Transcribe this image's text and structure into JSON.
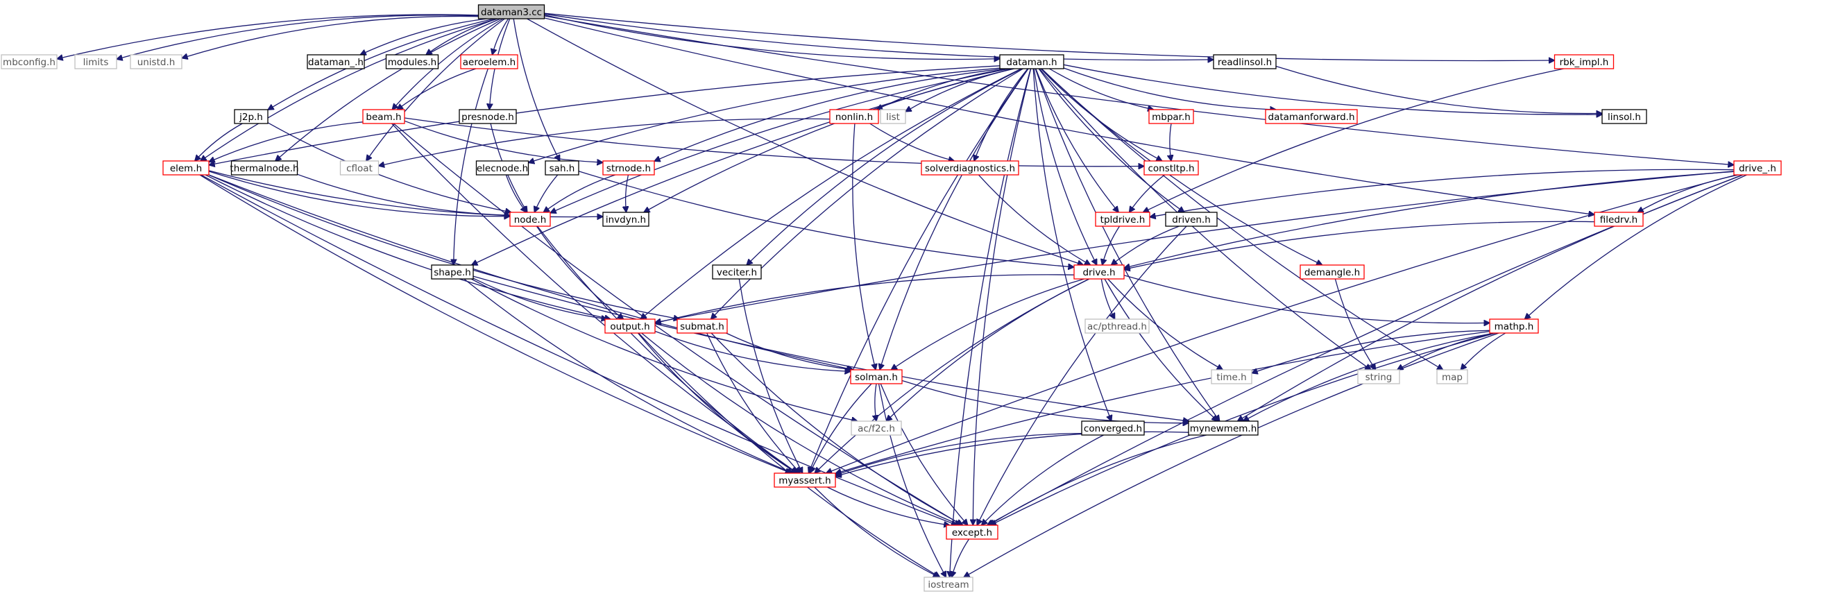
{
  "graph": {
    "root": "dataman3.cc",
    "colors": {
      "edge": "#191970",
      "link_border": "#ff0000",
      "document_border": "#000000",
      "external_border": "#bfbfbf",
      "root_fill": "#bfbfbf"
    },
    "nodes": [
      {
        "id": "dataman3_cc",
        "label": "dataman3.cc",
        "kind": "root"
      },
      {
        "id": "mbconfig_h",
        "label": "mbconfig.h",
        "kind": "sys"
      },
      {
        "id": "limits",
        "label": "limits",
        "kind": "sys"
      },
      {
        "id": "unistd_h",
        "label": "unistd.h",
        "kind": "sys"
      },
      {
        "id": "j2p_h",
        "label": "j2p.h",
        "kind": "doc"
      },
      {
        "id": "dataman__h",
        "label": "dataman_.h",
        "kind": "doc"
      },
      {
        "id": "modules_h",
        "label": "modules.h",
        "kind": "doc"
      },
      {
        "id": "aeroelem_h",
        "label": "aeroelem.h",
        "kind": "link"
      },
      {
        "id": "dataman_h",
        "label": "dataman.h",
        "kind": "doc"
      },
      {
        "id": "readlinsol_h",
        "label": "readlinsol.h",
        "kind": "doc"
      },
      {
        "id": "rbk_impl_h",
        "label": "rbk_impl.h",
        "kind": "link"
      },
      {
        "id": "beam_h",
        "label": "beam.h",
        "kind": "link"
      },
      {
        "id": "presnode_h",
        "label": "presnode.h",
        "kind": "doc"
      },
      {
        "id": "nonlin_h",
        "label": "nonlin.h",
        "kind": "link"
      },
      {
        "id": "list",
        "label": "list",
        "kind": "sys"
      },
      {
        "id": "mbpar_h",
        "label": "mbpar.h",
        "kind": "link"
      },
      {
        "id": "datamanforward_h",
        "label": "datamanforward.h",
        "kind": "link"
      },
      {
        "id": "linsol_h",
        "label": "linsol.h",
        "kind": "doc"
      },
      {
        "id": "cfloat",
        "label": "cfloat",
        "kind": "sys"
      },
      {
        "id": "elem_h",
        "label": "elem.h",
        "kind": "link"
      },
      {
        "id": "thermalnode_h",
        "label": "thermalnode.h",
        "kind": "doc"
      },
      {
        "id": "elecnode_h",
        "label": "elecnode.h",
        "kind": "doc"
      },
      {
        "id": "sah_h",
        "label": "sah.h",
        "kind": "doc"
      },
      {
        "id": "strnode_h",
        "label": "strnode.h",
        "kind": "link"
      },
      {
        "id": "solverdiagnostics_h",
        "label": "solverdiagnostics.h",
        "kind": "link"
      },
      {
        "id": "constltp_h",
        "label": "constltp.h",
        "kind": "link"
      },
      {
        "id": "drive__h",
        "label": "drive_.h",
        "kind": "link"
      },
      {
        "id": "node_h",
        "label": "node.h",
        "kind": "link"
      },
      {
        "id": "invdyn_h",
        "label": "invdyn.h",
        "kind": "doc"
      },
      {
        "id": "tpldrive_h",
        "label": "tpldrive.h",
        "kind": "link"
      },
      {
        "id": "driven_h",
        "label": "driven.h",
        "kind": "doc"
      },
      {
        "id": "filedrv_h",
        "label": "filedrv.h",
        "kind": "link"
      },
      {
        "id": "shape_h",
        "label": "shape.h",
        "kind": "doc"
      },
      {
        "id": "veciter_h",
        "label": "veciter.h",
        "kind": "doc"
      },
      {
        "id": "drive_h",
        "label": "drive.h",
        "kind": "link"
      },
      {
        "id": "demangle_h",
        "label": "demangle.h",
        "kind": "link"
      },
      {
        "id": "output_h",
        "label": "output.h",
        "kind": "link"
      },
      {
        "id": "submat_h",
        "label": "submat.h",
        "kind": "link"
      },
      {
        "id": "ac_pthread_h",
        "label": "ac/pthread.h",
        "kind": "sys"
      },
      {
        "id": "mathp_h",
        "label": "mathp.h",
        "kind": "link"
      },
      {
        "id": "solman_h",
        "label": "solman.h",
        "kind": "link"
      },
      {
        "id": "time_h",
        "label": "time.h",
        "kind": "sys"
      },
      {
        "id": "string",
        "label": "string",
        "kind": "sys"
      },
      {
        "id": "map",
        "label": "map",
        "kind": "sys"
      },
      {
        "id": "ac_f2c_h",
        "label": "ac/f2c.h",
        "kind": "sys"
      },
      {
        "id": "converged_h",
        "label": "converged.h",
        "kind": "doc"
      },
      {
        "id": "mynewmem_h",
        "label": "mynewmem.h",
        "kind": "doc"
      },
      {
        "id": "myassert_h",
        "label": "myassert.h",
        "kind": "link"
      },
      {
        "id": "except_h",
        "label": "except.h",
        "kind": "link"
      },
      {
        "id": "iostream",
        "label": "iostream",
        "kind": "sys"
      }
    ],
    "edges": [
      [
        "dataman3_cc",
        "mbconfig_h"
      ],
      [
        "dataman3_cc",
        "limits"
      ],
      [
        "dataman3_cc",
        "unistd_h"
      ],
      [
        "dataman3_cc",
        "j2p_h"
      ],
      [
        "dataman3_cc",
        "dataman__h"
      ],
      [
        "dataman3_cc",
        "modules_h"
      ],
      [
        "dataman3_cc",
        "aeroelem_h"
      ],
      [
        "dataman3_cc",
        "dataman_h"
      ],
      [
        "dataman3_cc",
        "readlinsol_h"
      ],
      [
        "dataman3_cc",
        "rbk_impl_h"
      ],
      [
        "dataman3_cc",
        "beam_h"
      ],
      [
        "dataman3_cc",
        "presnode_h"
      ],
      [
        "dataman3_cc",
        "thermalnode_h"
      ],
      [
        "dataman3_cc",
        "sah_h"
      ],
      [
        "dataman3_cc",
        "cfloat"
      ],
      [
        "dataman3_cc",
        "drive__h"
      ],
      [
        "dataman3_cc",
        "drive_h"
      ],
      [
        "dataman3_cc",
        "filedrv_h"
      ],
      [
        "dataman3_cc",
        "elem_h"
      ],
      [
        "aeroelem_h",
        "beam_h"
      ],
      [
        "aeroelem_h",
        "shape_h"
      ],
      [
        "readlinsol_h",
        "linsol_h"
      ],
      [
        "rbk_impl_h",
        "tpldrive_h"
      ],
      [
        "j2p_h",
        "elem_h"
      ],
      [
        "j2p_h",
        "node_h"
      ],
      [
        "beam_h",
        "elem_h"
      ],
      [
        "beam_h",
        "strnode_h"
      ],
      [
        "beam_h",
        "constltp_h"
      ],
      [
        "beam_h",
        "myassert_h"
      ],
      [
        "beam_h",
        "except_h"
      ],
      [
        "presnode_h",
        "node_h"
      ],
      [
        "thermalnode_h",
        "node_h"
      ],
      [
        "dataman_h",
        "linsol_h"
      ],
      [
        "dataman_h",
        "nonlin_h"
      ],
      [
        "dataman_h",
        "list"
      ],
      [
        "dataman_h",
        "mbpar_h"
      ],
      [
        "dataman_h",
        "datamanforward_h"
      ],
      [
        "dataman_h",
        "elecnode_h"
      ],
      [
        "dataman_h",
        "strnode_h"
      ],
      [
        "dataman_h",
        "solverdiagnostics_h"
      ],
      [
        "dataman_h",
        "constltp_h"
      ],
      [
        "dataman_h",
        "node_h"
      ],
      [
        "dataman_h",
        "invdyn_h"
      ],
      [
        "dataman_h",
        "tpldrive_h"
      ],
      [
        "dataman_h",
        "driven_h"
      ],
      [
        "dataman_h",
        "shape_h"
      ],
      [
        "dataman_h",
        "veciter_h"
      ],
      [
        "dataman_h",
        "drive_h"
      ],
      [
        "dataman_h",
        "demangle_h"
      ],
      [
        "dataman_h",
        "output_h"
      ],
      [
        "dataman_h",
        "submat_h"
      ],
      [
        "dataman_h",
        "solman_h"
      ],
      [
        "dataman_h",
        "string"
      ],
      [
        "dataman_h",
        "map"
      ],
      [
        "dataman_h",
        "converged_h"
      ],
      [
        "dataman_h",
        "mynewmem_h"
      ],
      [
        "dataman_h",
        "myassert_h"
      ],
      [
        "dataman_h",
        "except_h"
      ],
      [
        "dataman_h",
        "iostream"
      ],
      [
        "dataman_h",
        "elem_h"
      ],
      [
        "nonlin_h",
        "cfloat"
      ],
      [
        "nonlin_h",
        "solverdiagnostics_h"
      ],
      [
        "nonlin_h",
        "solman_h"
      ],
      [
        "mbpar_h",
        "constltp_h"
      ],
      [
        "constltp_h",
        "tpldrive_h"
      ],
      [
        "tpldrive_h",
        "drive_h"
      ],
      [
        "elem_h",
        "node_h"
      ],
      [
        "elem_h",
        "invdyn_h"
      ],
      [
        "elem_h",
        "output_h"
      ],
      [
        "elem_h",
        "submat_h"
      ],
      [
        "elem_h",
        "solman_h"
      ],
      [
        "elem_h",
        "myassert_h"
      ],
      [
        "elem_h",
        "except_h"
      ],
      [
        "elecnode_h",
        "node_h"
      ],
      [
        "sah_h",
        "node_h"
      ],
      [
        "sah_h",
        "drive_h"
      ],
      [
        "strnode_h",
        "node_h"
      ],
      [
        "strnode_h",
        "invdyn_h"
      ],
      [
        "solverdiagnostics_h",
        "drive_h"
      ],
      [
        "node_h",
        "output_h"
      ],
      [
        "node_h",
        "myassert_h"
      ],
      [
        "driven_h",
        "drive_h"
      ],
      [
        "driven_h",
        "except_h"
      ],
      [
        "drive__h",
        "tpldrive_h"
      ],
      [
        "drive__h",
        "filedrv_h"
      ],
      [
        "drive__h",
        "drive_h"
      ],
      [
        "drive__h",
        "mathp_h"
      ],
      [
        "drive__h",
        "output_h"
      ],
      [
        "drive__h",
        "mynewmem_h"
      ],
      [
        "drive__h",
        "myassert_h"
      ],
      [
        "drive__h",
        "except_h"
      ],
      [
        "filedrv_h",
        "drive_h"
      ],
      [
        "shape_h",
        "output_h"
      ],
      [
        "shape_h",
        "mynewmem_h"
      ],
      [
        "shape_h",
        "myassert_h"
      ],
      [
        "shape_h",
        "ac_f2c_h"
      ],
      [
        "veciter_h",
        "myassert_h"
      ],
      [
        "drive_h",
        "output_h"
      ],
      [
        "drive_h",
        "ac_pthread_h"
      ],
      [
        "drive_h",
        "mathp_h"
      ],
      [
        "drive_h",
        "time_h"
      ],
      [
        "drive_h",
        "solman_h"
      ],
      [
        "drive_h",
        "ac_f2c_h"
      ],
      [
        "drive_h",
        "mynewmem_h"
      ],
      [
        "drive_h",
        "myassert_h"
      ],
      [
        "demangle_h",
        "string"
      ],
      [
        "output_h",
        "solman_h"
      ],
      [
        "output_h",
        "myassert_h"
      ],
      [
        "output_h",
        "except_h"
      ],
      [
        "output_h",
        "iostream"
      ],
      [
        "submat_h",
        "solman_h"
      ],
      [
        "submat_h",
        "myassert_h"
      ],
      [
        "submat_h",
        "except_h"
      ],
      [
        "mathp_h",
        "time_h"
      ],
      [
        "mathp_h",
        "string"
      ],
      [
        "mathp_h",
        "map"
      ],
      [
        "mathp_h",
        "mynewmem_h"
      ],
      [
        "mathp_h",
        "myassert_h"
      ],
      [
        "mathp_h",
        "except_h"
      ],
      [
        "mathp_h",
        "iostream"
      ],
      [
        "solman_h",
        "ac_f2c_h"
      ],
      [
        "solman_h",
        "mynewmem_h"
      ],
      [
        "solman_h",
        "myassert_h"
      ],
      [
        "solman_h",
        "except_h"
      ],
      [
        "solman_h",
        "iostream"
      ],
      [
        "converged_h",
        "myassert_h"
      ],
      [
        "converged_h",
        "except_h"
      ],
      [
        "mynewmem_h",
        "myassert_h"
      ],
      [
        "mynewmem_h",
        "except_h"
      ],
      [
        "myassert_h",
        "except_h"
      ],
      [
        "myassert_h",
        "iostream"
      ],
      [
        "except_h",
        "iostream"
      ]
    ]
  }
}
